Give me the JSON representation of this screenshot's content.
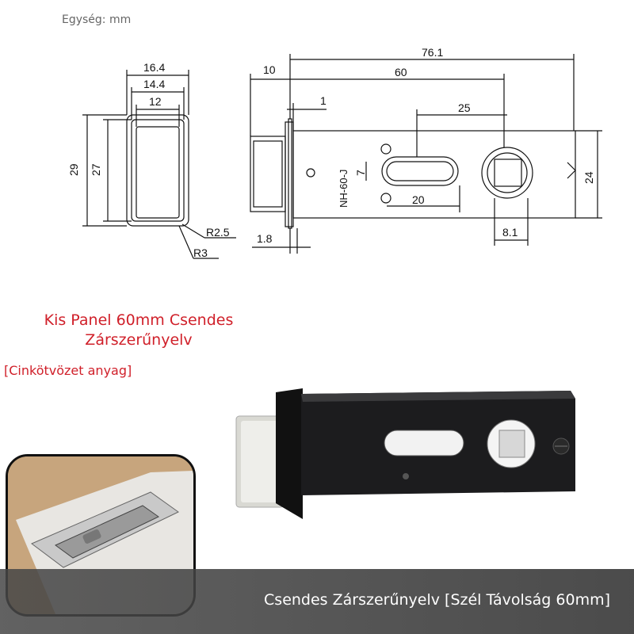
{
  "unit_label": "Egység: mm",
  "dimensions": {
    "w_16_4": "16.4",
    "w_14_4": "14.4",
    "w_12": "12",
    "h_29": "29",
    "h_27": "27",
    "r_2_5": "R2.5",
    "r_3": "R3",
    "total_76_1": "76.1",
    "d_10": "10",
    "d_60": "60",
    "d_1": "1",
    "d_25": "25",
    "d_7": "7",
    "d_20": "20",
    "d_24": "24",
    "d_1_8": "1.8",
    "d_8_1": "8.1",
    "model_mark": "NH-60-J"
  },
  "title_lines": [
    "Kis Panel 60mm Csendes",
    "Zárszerűnyelv"
  ],
  "material": "[Cinkötvözet anyag]",
  "banner": "Csendes Zárszerűnyelv [Szél Távolság 60mm]",
  "colors": {
    "accent": "#d0202a",
    "banner_bg": "#4a4a4a",
    "latch_body": "#1c1c1e"
  }
}
